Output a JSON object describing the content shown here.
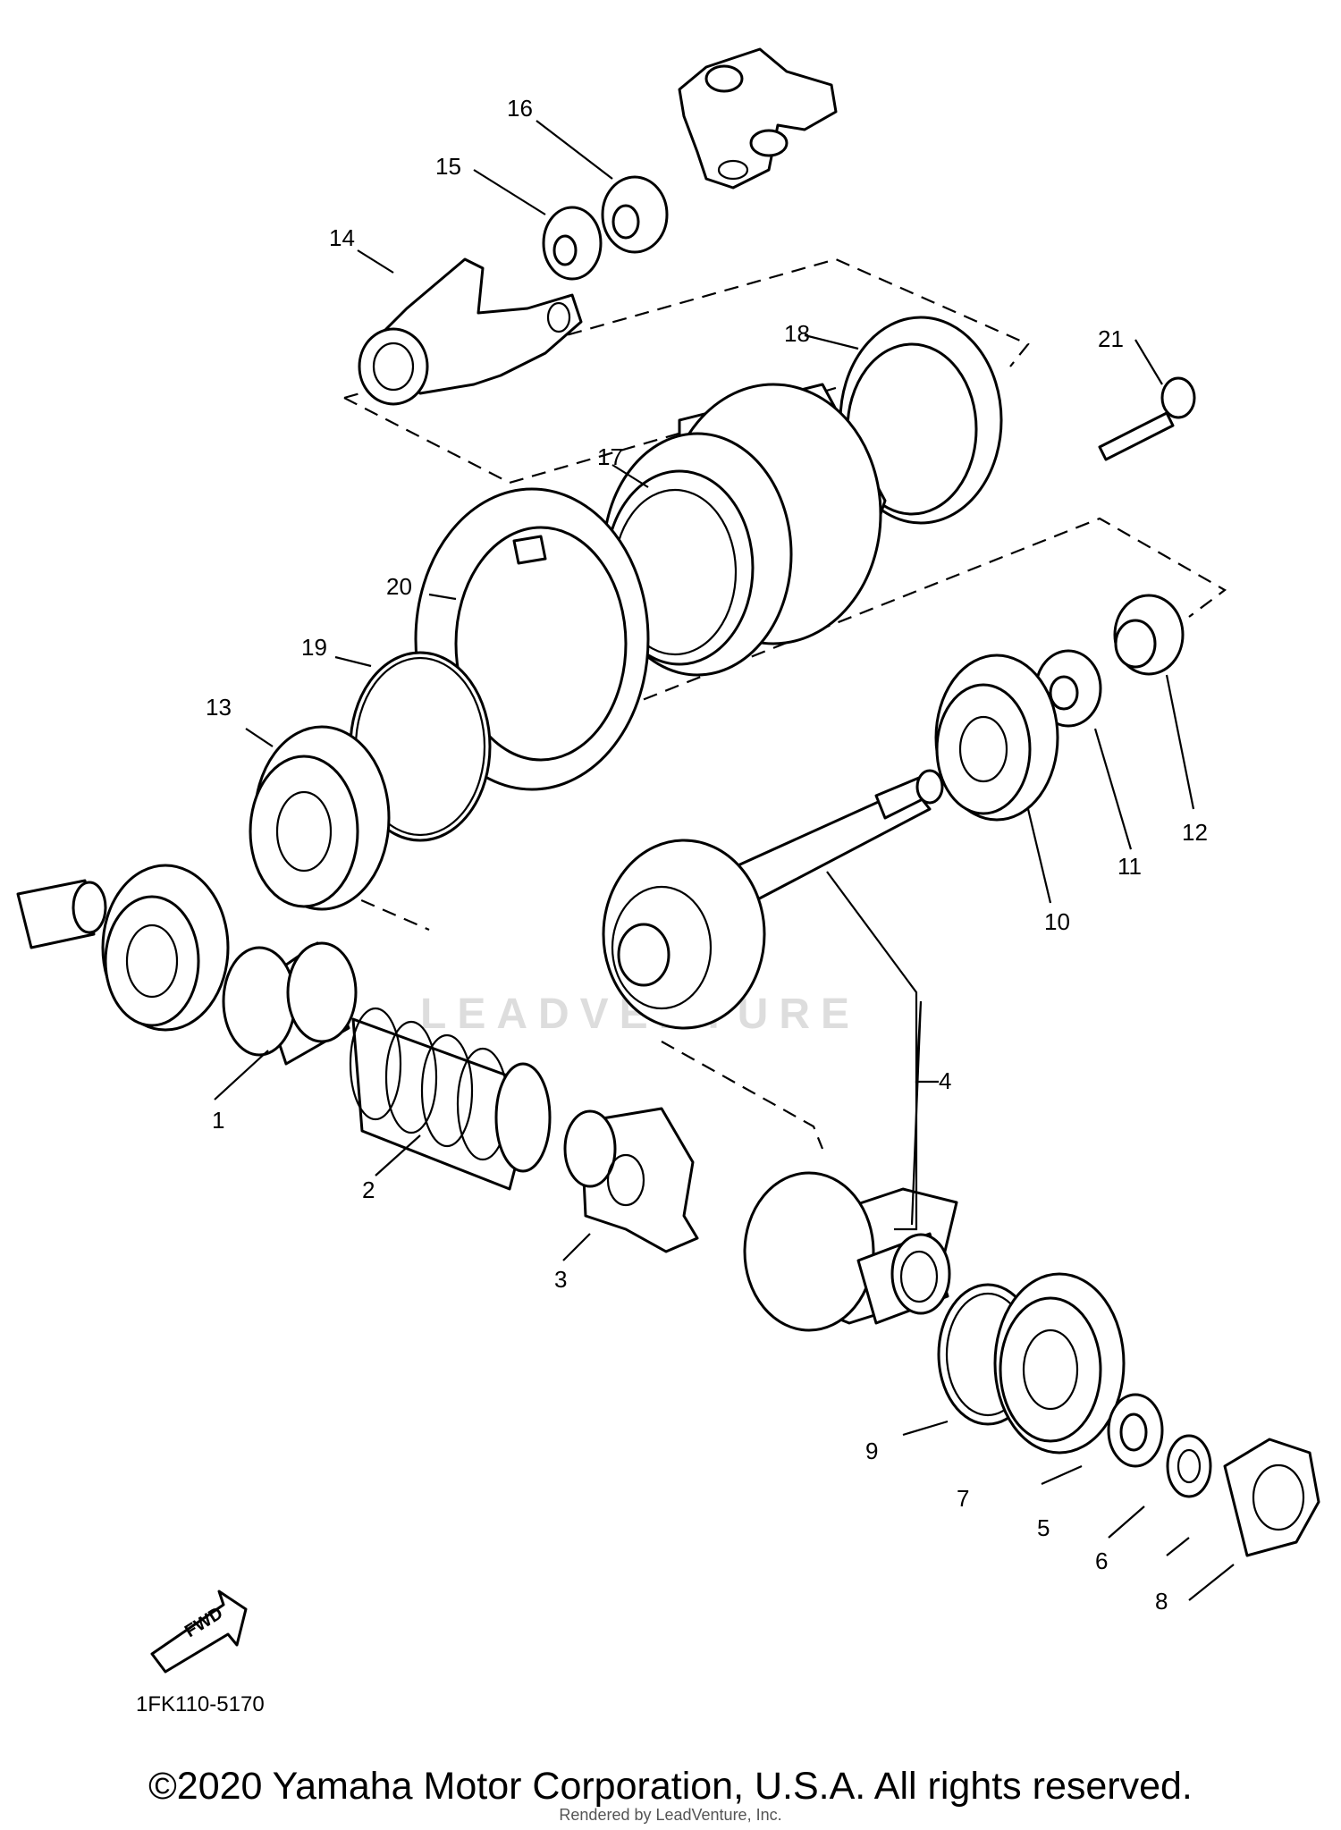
{
  "diagram": {
    "part_numbers": [
      "1",
      "2",
      "3",
      "4",
      "5",
      "6",
      "7",
      "8",
      "9",
      "10",
      "11",
      "12",
      "13",
      "14",
      "15",
      "16",
      "17",
      "18",
      "19",
      "20",
      "21"
    ],
    "fwd_label": "FWD",
    "diagram_code": "1FK110-5170",
    "watermark": "LEADVENTURE",
    "copyright": "©2020 Yamaha Motor Corporation, U.S.A. All rights reserved.",
    "rendered_by": "Rendered by LeadVenture, Inc."
  }
}
